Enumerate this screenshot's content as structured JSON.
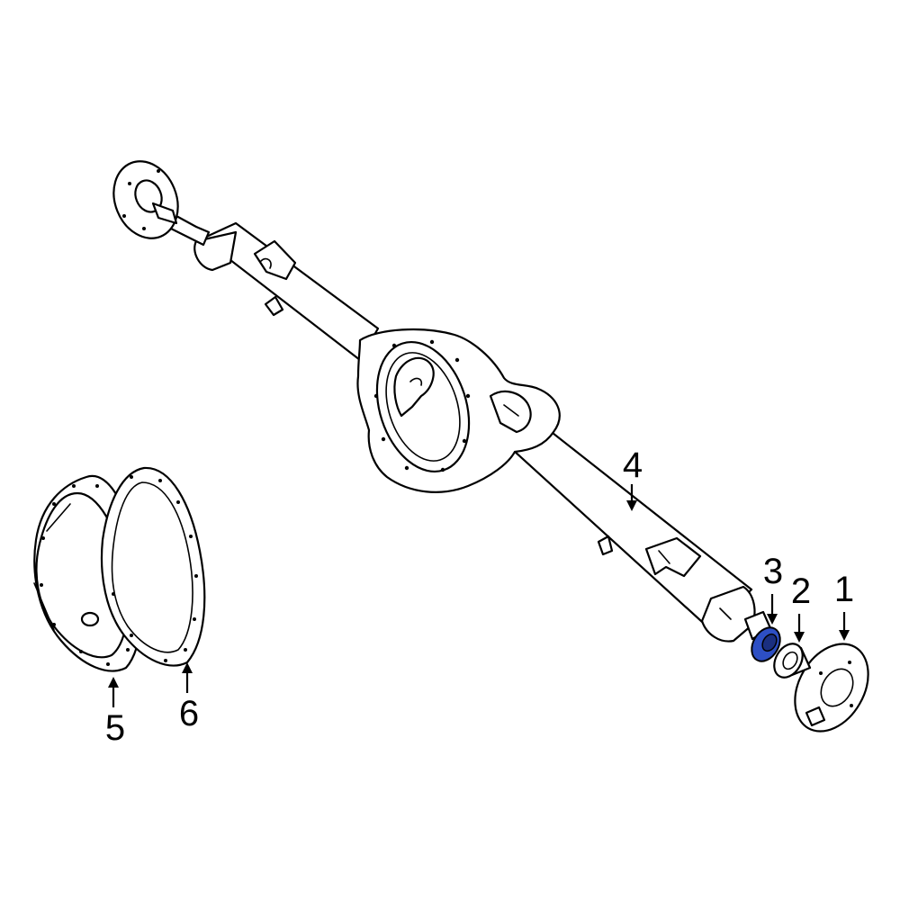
{
  "callouts": [
    {
      "id": "1",
      "label": "1"
    },
    {
      "id": "2",
      "label": "2"
    },
    {
      "id": "3",
      "label": "3"
    },
    {
      "id": "4",
      "label": "4"
    },
    {
      "id": "5",
      "label": "5"
    },
    {
      "id": "6",
      "label": "6"
    }
  ],
  "highlight_color": "#2d4fc4"
}
